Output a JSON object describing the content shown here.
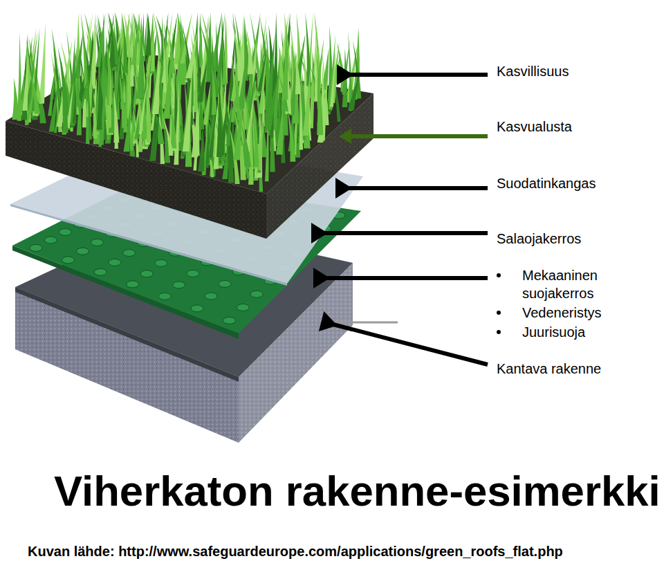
{
  "diagram": {
    "title": "Viherkaton rakenne-esimerkki",
    "caption": "Kuvan lähde: http://www.safeguardeurope.com/applications/green_roofs_flat.php",
    "labels": [
      "Kasvillisuus",
      "Kasvualusta",
      "Suodatinkangas",
      "Salaojakerros",
      "Mekaaninen suojakerros",
      "Vedeneristys",
      "Juurisuoja",
      "Kantava rakenne"
    ]
  }
}
